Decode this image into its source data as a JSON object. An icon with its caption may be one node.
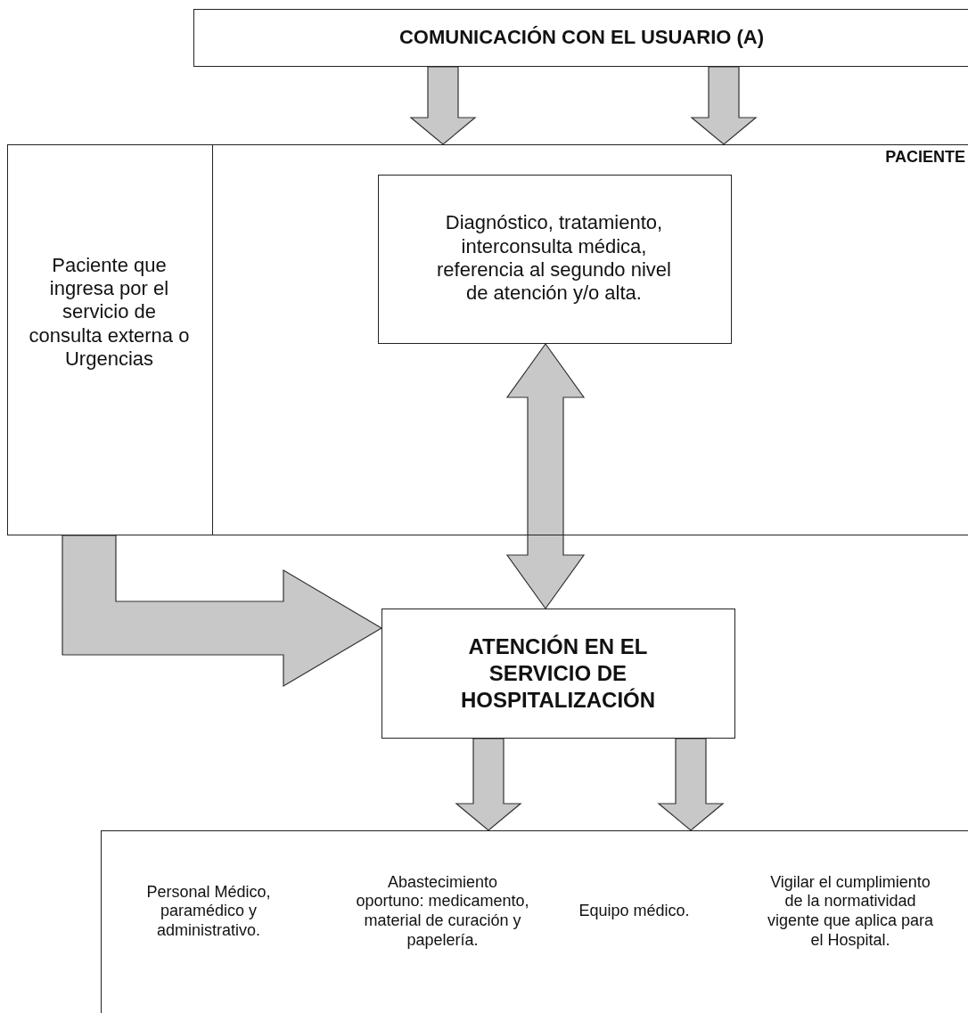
{
  "diagram": {
    "nodes": [
      {
        "text": [
          "COMUNICACIÓN CON EL USUARIO (A)"
        ]
      },
      {
        "text": [
          "PACIENTE"
        ]
      },
      {
        "text": [
          "Paciente que ingresa por el servicio de consulta externa o Urgencias"
        ],
        "in": 1
      },
      {
        "text": [
          "Diagnóstico, tratamiento, interconsulta médica, referencia al segundo nivel de atención y/o alta."
        ],
        "in": 1
      },
      {
        "text": [
          "ATENCIÓN EN EL SERVICIO DE HOSPITALIZACIÓN"
        ]
      },
      {
        "text": [
          "Personal Médico, paramédico y administrativo.",
          "Abastecimiento oportuno: medicamento, material de curación y papelería.",
          "Equipo médico.",
          "Vigilar el cumplimiento de la normatividad vigente que aplica para el Hospital."
        ]
      }
    ],
    "edges": [
      {
        "from": 0,
        "to": 1,
        "arrow": "to"
      },
      {
        "from": 0,
        "to": 1,
        "arrow": "to"
      },
      {
        "from": 3,
        "to": 4,
        "arrow": "both"
      },
      {
        "from": 2,
        "to": 4,
        "arrow": "to"
      },
      {
        "from": 4,
        "to": 5,
        "arrow": "to"
      },
      {
        "from": 4,
        "to": 5,
        "arrow": "to"
      }
    ]
  }
}
